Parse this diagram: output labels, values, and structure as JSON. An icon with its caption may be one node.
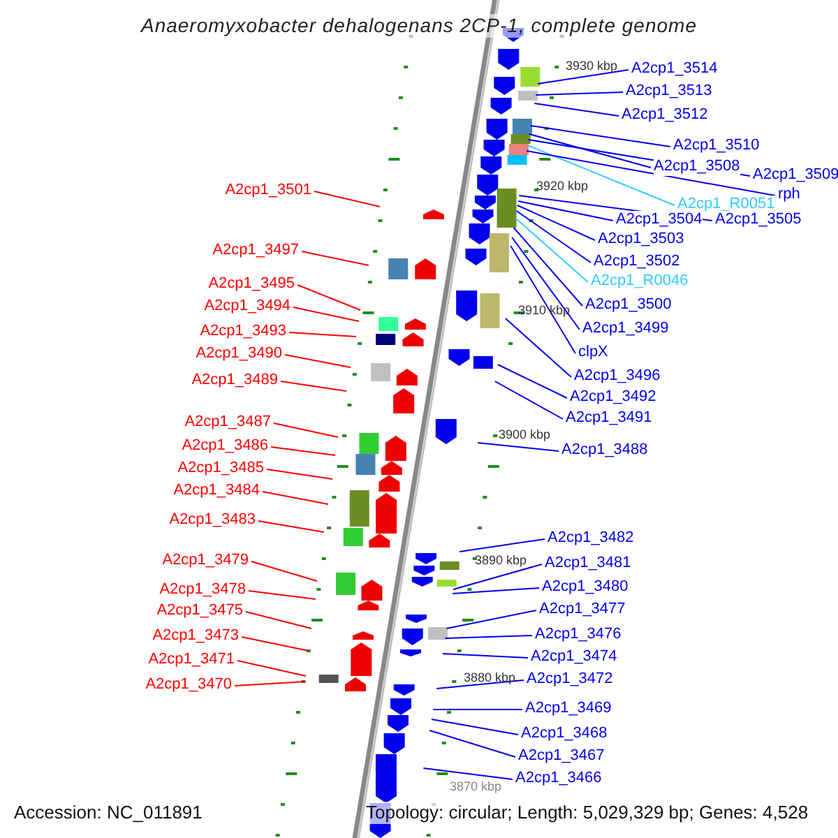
{
  "diagram": {
    "title": "Anaeromyxobacter dehalogenans 2CP-1, complete genome",
    "nodes": [
      {
        "text": [
          "A2cp1_3514"
        ]
      },
      {
        "text": [
          "A2cp1_3513"
        ]
      },
      {
        "text": [
          "A2cp1_3512"
        ]
      },
      {
        "text": [
          "A2cp1_3510"
        ]
      },
      {
        "text": [
          "A2cp1_3508"
        ]
      },
      {
        "text": [
          "A2cp1_3509"
        ]
      },
      {
        "text": [
          "A2cp1_R0051"
        ]
      },
      {
        "text": [
          "rph"
        ]
      },
      {
        "text": [
          "A2cp1_3504"
        ]
      },
      {
        "text": [
          "A2cp1_3505"
        ]
      },
      {
        "text": [
          "A2cp1_3503"
        ]
      },
      {
        "text": [
          "A2cp1_3502"
        ]
      },
      {
        "text": [
          "A2cp1_R0046"
        ]
      },
      {
        "text": [
          "A2cp1_3500"
        ]
      },
      {
        "text": [
          "A2cp1_3499"
        ]
      },
      {
        "text": [
          "clpX"
        ]
      },
      {
        "text": [
          "A2cp1_3496"
        ]
      },
      {
        "text": [
          "A2cp1_3492"
        ]
      },
      {
        "text": [
          "A2cp1_3491"
        ]
      },
      {
        "text": [
          "A2cp1_3488"
        ]
      },
      {
        "text": [
          "A2cp1_3482"
        ]
      },
      {
        "text": [
          "A2cp1_3481"
        ]
      },
      {
        "text": [
          "A2cp1_3480"
        ]
      },
      {
        "text": [
          "A2cp1_3477"
        ]
      },
      {
        "text": [
          "A2cp1_3476"
        ]
      },
      {
        "text": [
          "A2cp1_3474"
        ]
      },
      {
        "text": [
          "A2cp1_3472"
        ]
      },
      {
        "text": [
          "A2cp1_3469"
        ]
      },
      {
        "text": [
          "A2cp1_3468"
        ]
      },
      {
        "text": [
          "A2cp1_3467"
        ]
      },
      {
        "text": [
          "A2cp1_3466"
        ]
      },
      {
        "text": [
          "A2cp1_3501"
        ]
      },
      {
        "text": [
          "A2cp1_3497"
        ]
      },
      {
        "text": [
          "A2cp1_3495"
        ]
      },
      {
        "text": [
          "A2cp1_3494"
        ]
      },
      {
        "text": [
          "A2cp1_3493"
        ]
      },
      {
        "text": [
          "A2cp1_3490"
        ]
      },
      {
        "text": [
          "A2cp1_3489"
        ]
      },
      {
        "text": [
          "A2cp1_3487"
        ]
      },
      {
        "text": [
          "A2cp1_3486"
        ]
      },
      {
        "text": [
          "A2cp1_3485"
        ]
      },
      {
        "text": [
          "A2cp1_3484"
        ]
      },
      {
        "text": [
          "A2cp1_3483"
        ]
      },
      {
        "text": [
          "A2cp1_3479"
        ]
      },
      {
        "text": [
          "A2cp1_3478"
        ]
      },
      {
        "text": [
          "A2cp1_3475"
        ]
      },
      {
        "text": [
          "A2cp1_3473"
        ]
      },
      {
        "text": [
          "A2cp1_3471"
        ]
      },
      {
        "text": [
          "A2cp1_3470"
        ]
      }
    ],
    "edges": [
      {
        "from": 0,
        "to": null,
        "arrow": "none"
      },
      {
        "from": 1,
        "to": null,
        "arrow": "none"
      },
      {
        "from": 2,
        "to": null,
        "arrow": "none"
      },
      {
        "from": 3,
        "to": null,
        "arrow": "none"
      },
      {
        "from": 4,
        "to": null,
        "arrow": "none"
      },
      {
        "from": 5,
        "to": null,
        "arrow": "none"
      },
      {
        "from": 6,
        "to": null,
        "arrow": "none",
        "color": "#33ccff"
      },
      {
        "from": 7,
        "to": null,
        "arrow": "none"
      },
      {
        "from": 8,
        "to": null,
        "arrow": "none"
      },
      {
        "from": 9,
        "to": null,
        "arrow": "none"
      },
      {
        "from": 10,
        "to": null,
        "arrow": "none"
      },
      {
        "from": 11,
        "to": null,
        "arrow": "none"
      },
      {
        "from": 12,
        "to": null,
        "arrow": "none",
        "color": "#33ccff"
      },
      {
        "from": 13,
        "to": null,
        "arrow": "none"
      },
      {
        "from": 14,
        "to": null,
        "arrow": "none"
      },
      {
        "from": 15,
        "to": null,
        "arrow": "none"
      },
      {
        "from": 16,
        "to": null,
        "arrow": "none"
      },
      {
        "from": 17,
        "to": null,
        "arrow": "none"
      },
      {
        "from": 18,
        "to": null,
        "arrow": "none"
      },
      {
        "from": 19,
        "to": null,
        "arrow": "none"
      },
      {
        "from": 20,
        "to": null,
        "arrow": "none"
      },
      {
        "from": 21,
        "to": null,
        "arrow": "none"
      },
      {
        "from": 22,
        "to": null,
        "arrow": "none"
      },
      {
        "from": 23,
        "to": null,
        "arrow": "none"
      },
      {
        "from": 24,
        "to": null,
        "arrow": "none"
      },
      {
        "from": 25,
        "to": null,
        "arrow": "none"
      },
      {
        "from": 26,
        "to": null,
        "arrow": "none"
      },
      {
        "from": 27,
        "to": null,
        "arrow": "none"
      },
      {
        "from": 28,
        "to": null,
        "arrow": "none"
      },
      {
        "from": 29,
        "to": null,
        "arrow": "none"
      },
      {
        "from": 30,
        "to": null,
        "arrow": "none"
      },
      {
        "from": 31,
        "to": null,
        "arrow": "none",
        "color": "#ff0000"
      },
      {
        "from": 32,
        "to": null,
        "arrow": "none",
        "color": "#ff0000"
      },
      {
        "from": 33,
        "to": null,
        "arrow": "none",
        "color": "#ff0000"
      },
      {
        "from": 34,
        "to": null,
        "arrow": "none",
        "color": "#ff0000"
      },
      {
        "from": 35,
        "to": null,
        "arrow": "none",
        "color": "#ff0000"
      },
      {
        "from": 36,
        "to": null,
        "arrow": "none",
        "color": "#ff0000"
      },
      {
        "from": 37,
        "to": null,
        "arrow": "none",
        "color": "#ff0000"
      },
      {
        "from": 38,
        "to": null,
        "arrow": "none",
        "color": "#ff0000"
      },
      {
        "from": 39,
        "to": null,
        "arrow": "none",
        "color": "#ff0000"
      },
      {
        "from": 40,
        "to": null,
        "arrow": "none",
        "color": "#ff0000"
      },
      {
        "from": 41,
        "to": null,
        "arrow": "none",
        "color": "#ff0000"
      },
      {
        "from": 42,
        "to": null,
        "arrow": "none",
        "color": "#ff0000"
      },
      {
        "from": 43,
        "to": null,
        "arrow": "none",
        "color": "#ff0000"
      },
      {
        "from": 44,
        "to": null,
        "arrow": "none",
        "color": "#ff0000"
      },
      {
        "from": 45,
        "to": null,
        "arrow": "none",
        "color": "#ff0000"
      },
      {
        "from": 46,
        "to": null,
        "arrow": "none",
        "color": "#ff0000"
      },
      {
        "from": 47,
        "to": null,
        "arrow": "none",
        "color": "#ff0000"
      },
      {
        "from": 48,
        "to": null,
        "arrow": "none",
        "color": "#ff0000"
      }
    ],
    "labels": [
      "3930 kbp",
      "3920 kbp",
      "3910 kbp",
      "3900 kbp",
      "3890 kbp",
      "3880 kbp",
      "3870 kbp",
      "Accession: NC_011891",
      "Topology: circular; Length: 5,029,329 bp; Genes: 4,528"
    ]
  }
}
